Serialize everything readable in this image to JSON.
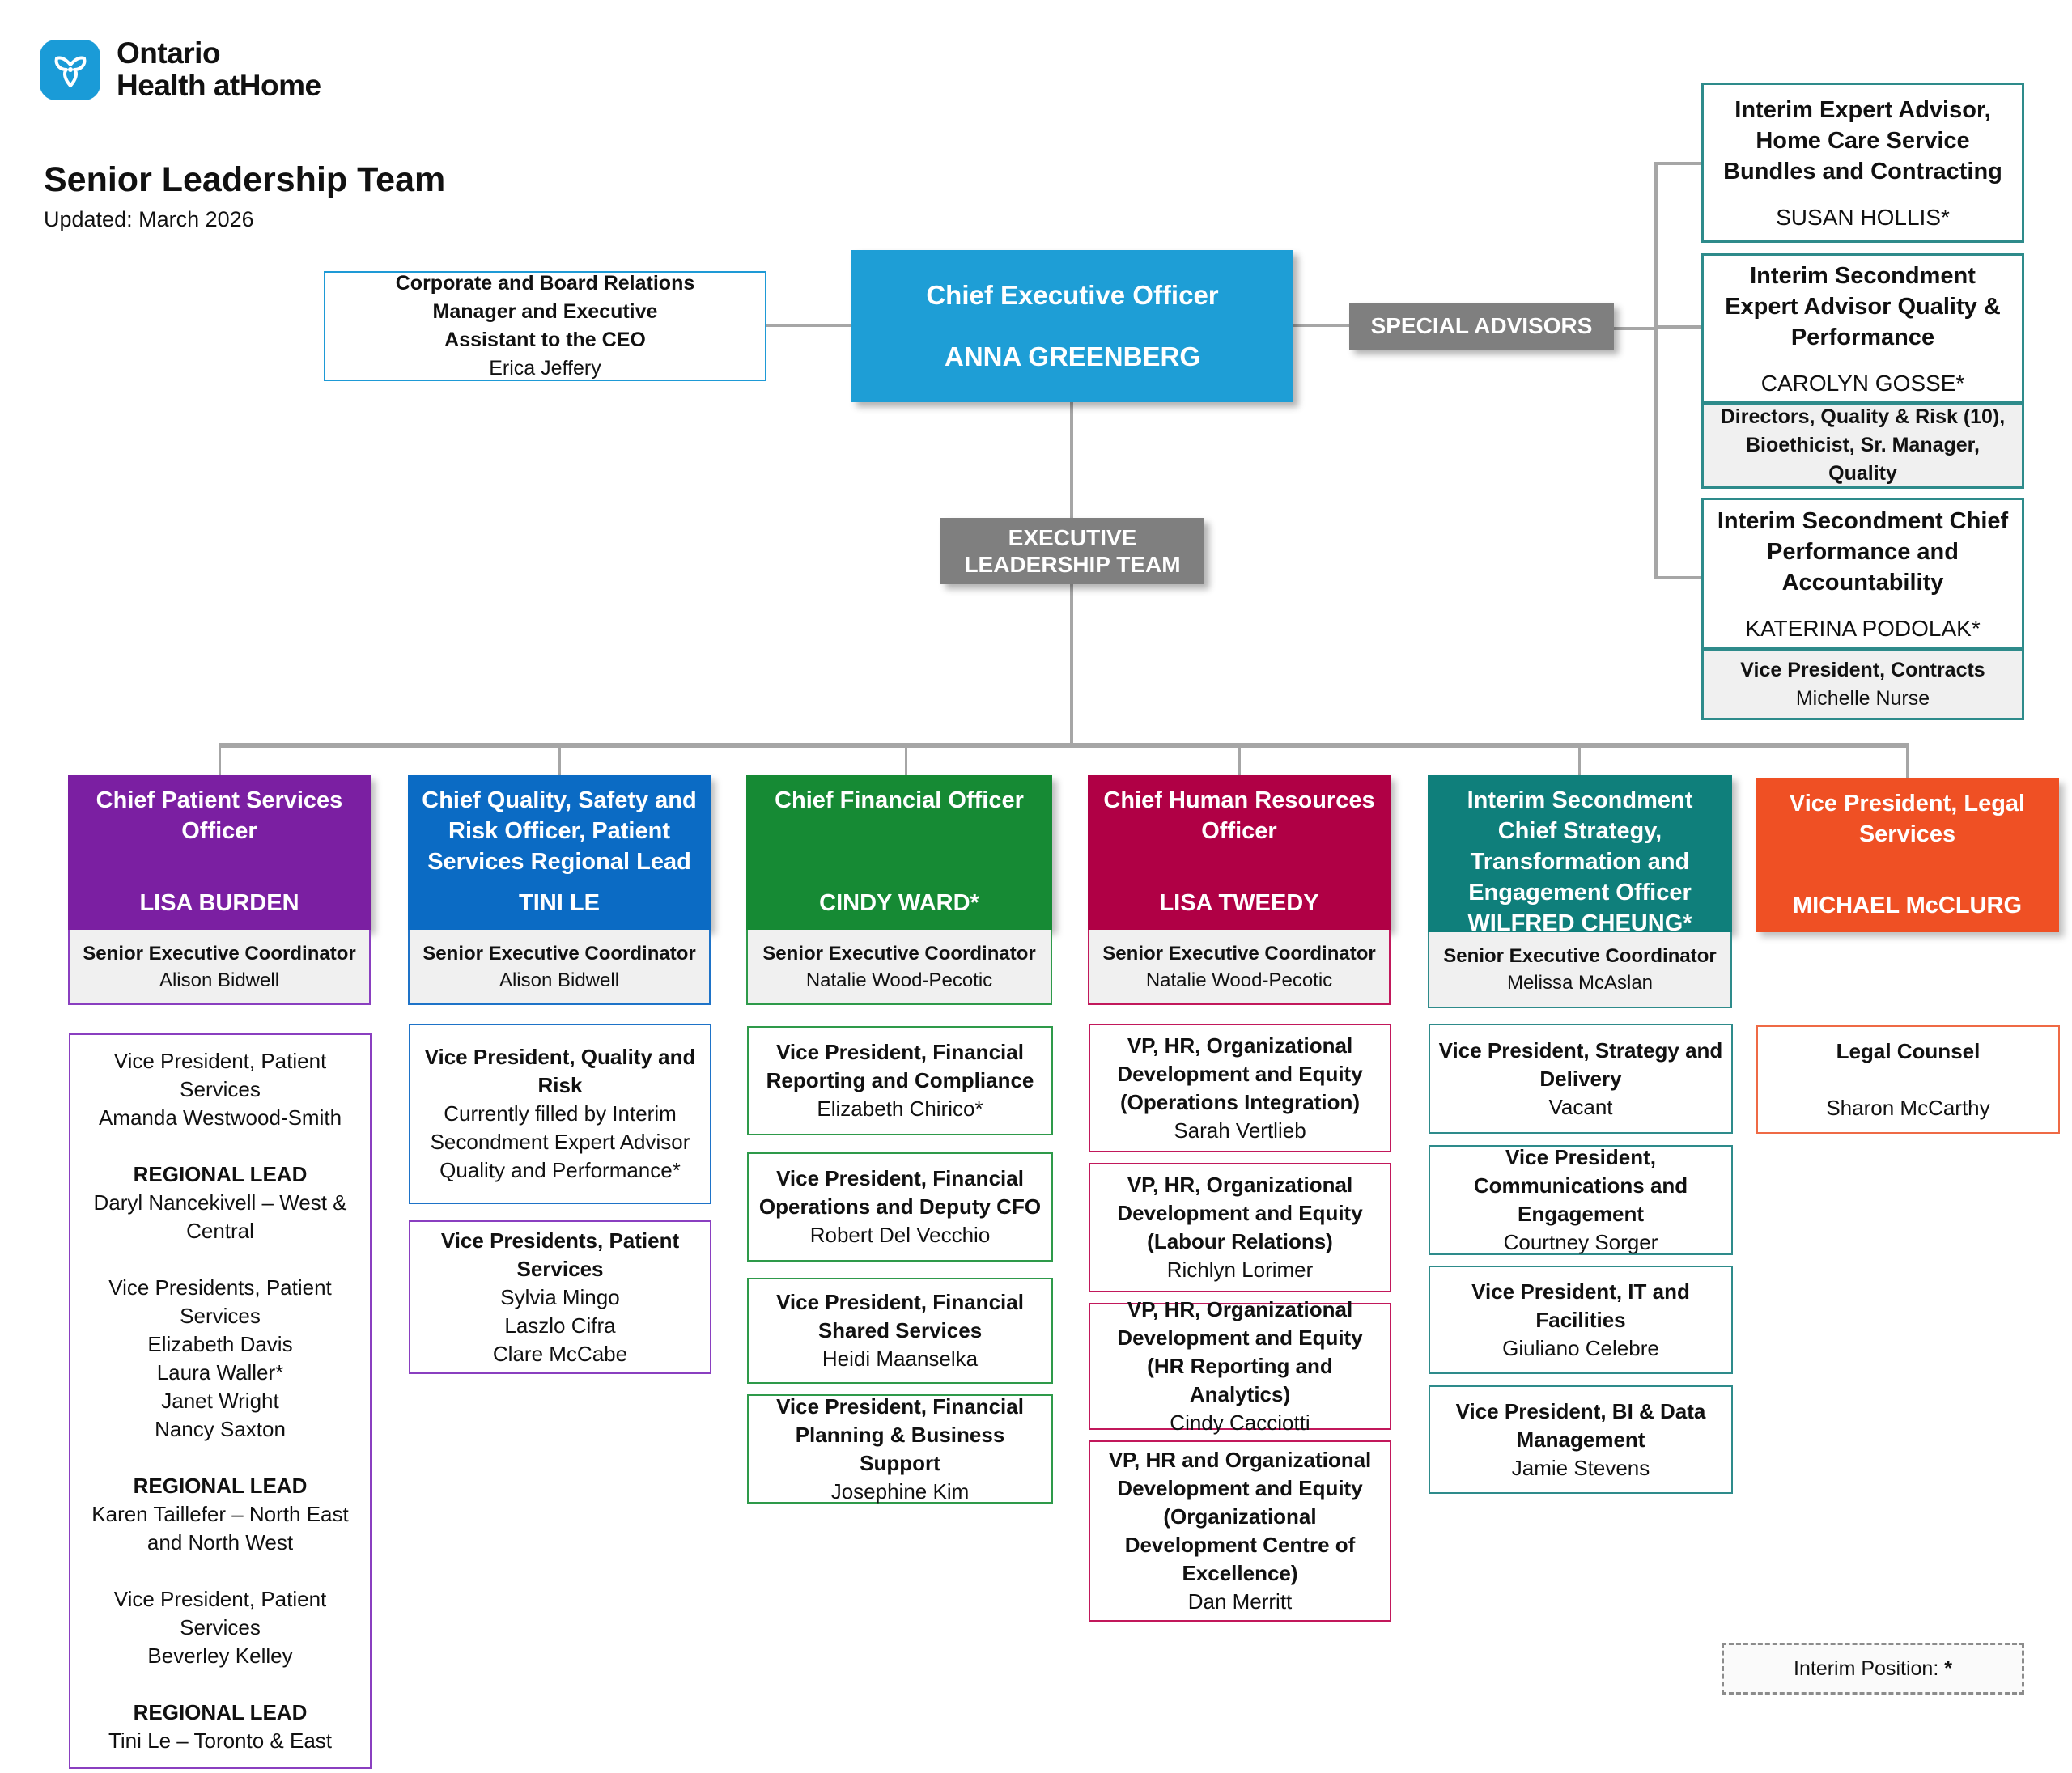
{
  "brand": {
    "line1": "Ontario",
    "line2": "Health atHome",
    "icon": "trillium-icon",
    "color": "#1a9bd7"
  },
  "page": {
    "title": "Senior Leadership Team",
    "updated": "Updated: March 2026"
  },
  "corporate": {
    "title_lines": [
      "Corporate and Board Relations",
      "Manager and Executive",
      "Assistant to the CEO"
    ],
    "name": "Erica Jeffery"
  },
  "ceo": {
    "title": "Chief Executive Officer",
    "name": "ANNA GREENBERG",
    "color": "#1e9ed6"
  },
  "special_advisors": {
    "label": "SPECIAL ADVISORS",
    "advisors": [
      {
        "title": "Interim Expert Advisor, Home Care Service Bundles and Contracting",
        "name": "SUSAN HOLLIS*"
      },
      {
        "title": "Interim Secondment Expert Advisor Quality & Performance",
        "name": "CAROLYN GOSSE*",
        "sub": {
          "text": "Directors, Quality & Risk (10), Bioethicist, Sr. Manager, Quality"
        }
      },
      {
        "title": "Interim Secondment Chief Performance and Accountability",
        "name": "KATERINA PODOLAK*",
        "sub": {
          "title": "Vice President, Contracts",
          "name": "Michelle Nurse"
        }
      }
    ]
  },
  "executive_team": {
    "line1": "EXECUTIVE",
    "line2": "LEADERSHIP TEAM"
  },
  "columns": [
    {
      "title": "Chief Patient Services Officer",
      "name": "LISA BURDEN",
      "color": "#7b1fa2",
      "coordinator": {
        "title": "Senior Executive Coordinator",
        "name": "Alison Bidwell"
      },
      "groups": [
        {
          "lines": [
            {
              "text": "Vice President, Patient Services",
              "bold": false
            },
            {
              "text": "Amanda Westwood-Smith",
              "bold": false
            },
            {
              "text": "",
              "bold": false
            },
            {
              "text": "REGIONAL LEAD",
              "bold": true
            },
            {
              "text": "Daryl Nancekivell – West & Central",
              "bold": false
            },
            {
              "text": "",
              "bold": false
            },
            {
              "text": "Vice Presidents, Patient Services",
              "bold": false
            },
            {
              "text": "Elizabeth Davis",
              "bold": false
            },
            {
              "text": "Laura Waller*",
              "bold": false
            },
            {
              "text": "Janet Wright",
              "bold": false
            },
            {
              "text": "Nancy Saxton",
              "bold": false
            },
            {
              "text": "",
              "bold": false
            },
            {
              "text": "REGIONAL LEAD",
              "bold": true
            },
            {
              "text": "Karen Taillefer – North East and North West",
              "bold": false
            },
            {
              "text": "",
              "bold": false
            },
            {
              "text": "Vice President, Patient Services",
              "bold": false
            },
            {
              "text": "Beverley Kelley",
              "bold": false
            },
            {
              "text": "",
              "bold": false
            },
            {
              "text": "REGIONAL LEAD",
              "bold": true
            },
            {
              "text": "Tini Le – Toronto & East",
              "bold": false
            }
          ]
        }
      ]
    },
    {
      "title": "Chief Quality, Safety and Risk Officer, Patient Services Regional Lead",
      "name": "TINI LE",
      "color": "#0b6bc4",
      "coordinator": {
        "title": "Senior Executive Coordinator",
        "name": "Alison Bidwell"
      },
      "groups": [
        {
          "title": "Vice President, Quality and Risk",
          "names": [
            "Currently filled by Interim Secondment Expert Advisor Quality and Performance*"
          ],
          "border": "#1e73c8"
        },
        {
          "title": "Vice Presidents, Patient Services",
          "names": [
            "Sylvia Mingo",
            "Laszlo Cifra",
            "Clare McCabe"
          ],
          "border": "#8a3fc0"
        }
      ]
    },
    {
      "title": "Chief Financial Officer",
      "name": "CINDY WARD*",
      "color": "#168a34",
      "coordinator": {
        "title": "Senior Executive Coordinator",
        "name": "Natalie Wood-Pecotic"
      },
      "groups": [
        {
          "title": "Vice President, Financial Reporting and Compliance",
          "names": [
            "Elizabeth Chirico*"
          ]
        },
        {
          "title": "Vice President, Financial Operations and Deputy CFO",
          "names": [
            "Robert Del Vecchio"
          ]
        },
        {
          "title": "Vice President, Financial Shared Services",
          "names": [
            "Heidi Maanselka"
          ]
        },
        {
          "title": "Vice President, Financial Planning & Business Support",
          "names": [
            "Josephine Kim"
          ]
        }
      ]
    },
    {
      "title": "Chief Human Resources Officer",
      "name": "LISA TWEEDY",
      "color": "#b00045",
      "coordinator": {
        "title": "Senior Executive Coordinator",
        "name": "Natalie Wood-Pecotic"
      },
      "groups": [
        {
          "title": "VP, HR, Organizational Development and Equity (Operations Integration)",
          "names": [
            "Sarah Vertlieb"
          ]
        },
        {
          "title": "VP, HR, Organizational Development and Equity (Labour Relations)",
          "names": [
            "Richlyn Lorimer"
          ]
        },
        {
          "title": "VP, HR, Organizational Development and Equity (HR Reporting and Analytics)",
          "names": [
            "Cindy Cacciotti"
          ]
        },
        {
          "title": "VP, HR and Organizational Development and Equity (Organizational Development Centre of Excellence)",
          "names": [
            "Dan Merritt"
          ]
        }
      ]
    },
    {
      "title": "Interim Secondment Chief Strategy, Transformation and Engagement Officer",
      "name": "WILFRED CHEUNG*",
      "color": "#0f7f7b",
      "coordinator": {
        "title": "Senior Executive Coordinator",
        "name": "Melissa McAslan"
      },
      "groups": [
        {
          "title": "Vice President, Strategy and Delivery",
          "names": [
            "Vacant"
          ]
        },
        {
          "title": "Vice President, Communications and Engagement",
          "names": [
            "Courtney Sorger"
          ]
        },
        {
          "title": "Vice President, IT and Facilities",
          "names": [
            "Giuliano Celebre"
          ]
        },
        {
          "title": "Vice President, BI & Data Management",
          "names": [
            "Jamie Stevens"
          ]
        }
      ]
    },
    {
      "title": "Vice President, Legal Services",
      "name": "MICHAEL McCLURG",
      "color": "#ef5024",
      "groups": [
        {
          "title": "Legal Counsel",
          "names": [
            "",
            "Sharon McCarthy"
          ]
        }
      ]
    }
  ],
  "legend": {
    "text": "Interim Position: ",
    "symbol": "*"
  }
}
